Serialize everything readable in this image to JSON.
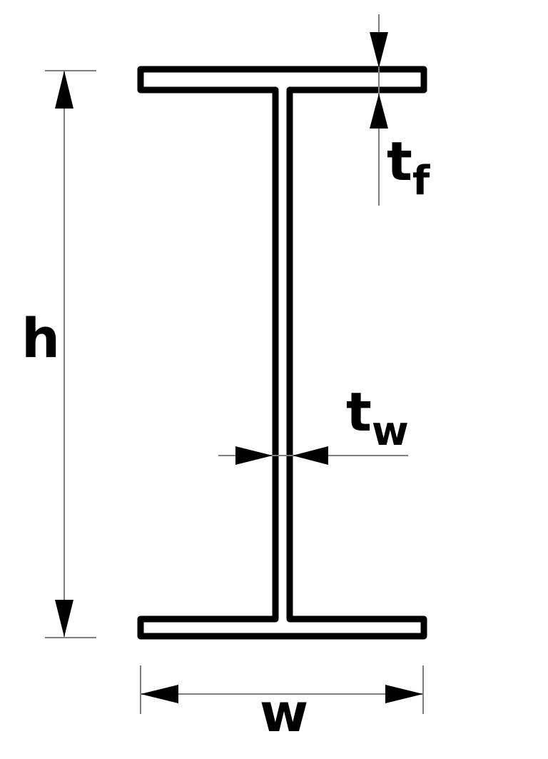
{
  "diagram": {
    "labels": {
      "h": "h",
      "w": "w",
      "tf": {
        "main": "t",
        "sub": "f"
      },
      "tw": {
        "main": "t",
        "sub": "w"
      }
    },
    "colors": {
      "outline": "#000000",
      "thin_line": "#808080",
      "background": "#ffffff"
    }
  }
}
